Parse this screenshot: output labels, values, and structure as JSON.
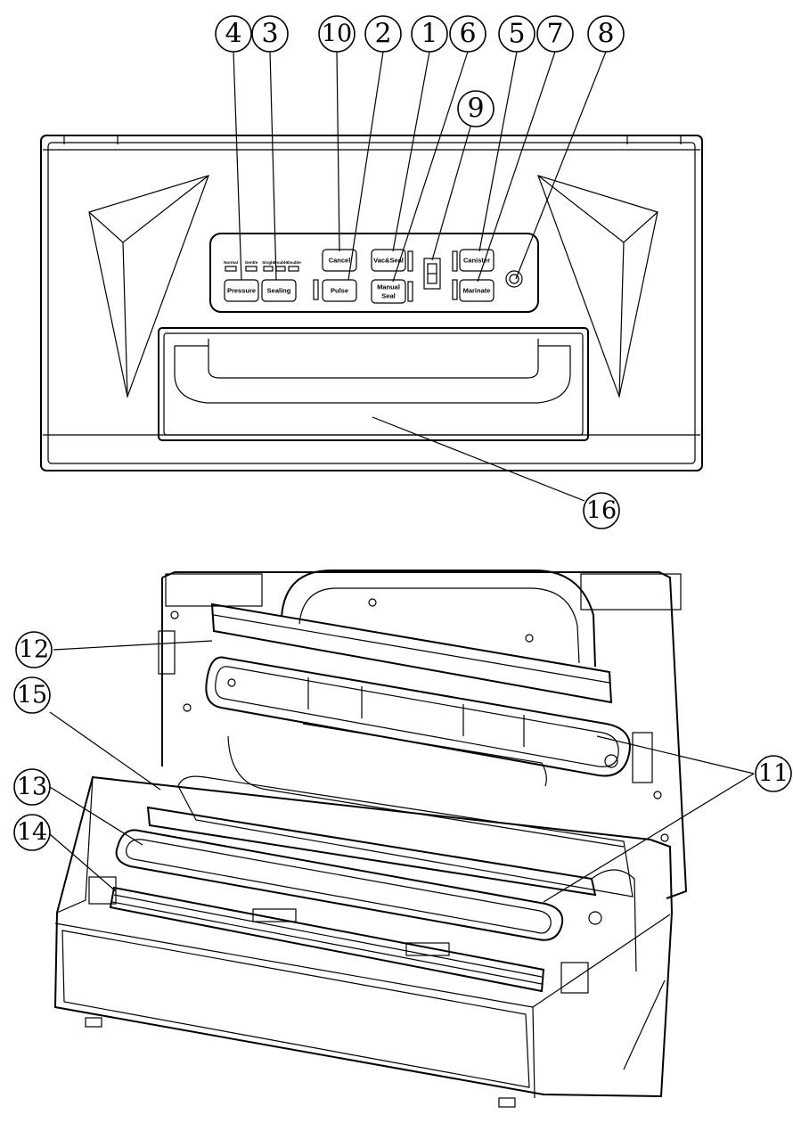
{
  "panel": {
    "buttons": {
      "pressure": "Pressure",
      "sealing": "Sealing",
      "cancel": "Cancel",
      "pulse": "Pulse",
      "vac_seal": "Vac&Seal",
      "manual_seal_line1": "Manual",
      "manual_seal_line2": "Seal",
      "canister": "Canister",
      "marinate": "Marinate"
    },
    "indicators": {
      "normal": "Normal",
      "gentle": "Gentle",
      "single": "Single",
      "double_1": "Double",
      "double_2": "Double"
    }
  },
  "callouts": {
    "c1": "1",
    "c2": "2",
    "c3": "3",
    "c4": "4",
    "c5": "5",
    "c6": "6",
    "c7": "7",
    "c8": "8",
    "c9": "9",
    "c10": "10",
    "c11": "11",
    "c12": "12",
    "c13": "13",
    "c14": "14",
    "c15": "15",
    "c16": "16"
  }
}
